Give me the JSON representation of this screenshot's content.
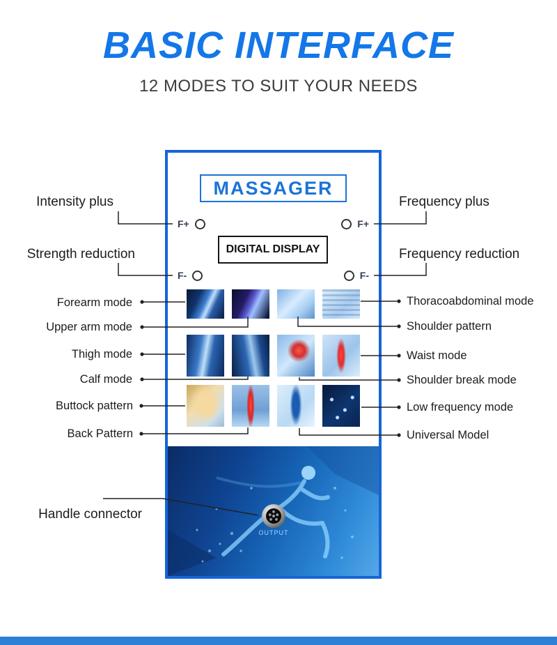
{
  "header": {
    "title": "BASIC INTERFACE",
    "subtitle": "12 MODES TO SUIT YOUR NEEDS"
  },
  "device": {
    "brand": "MASSAGER",
    "display_label": "DIGITAL DISPLAY",
    "intensity_plus_label": "F+",
    "intensity_minus_label": "F-",
    "frequency_plus_label": "F+",
    "frequency_minus_label": "F-",
    "output_label": "OUTPUT"
  },
  "callouts_left": [
    {
      "text": "Intensity plus"
    },
    {
      "text": "Strength reduction"
    },
    {
      "text": "Forearm mode"
    },
    {
      "text": "Upper arm mode"
    },
    {
      "text": "Thigh mode"
    },
    {
      "text": "Calf mode"
    },
    {
      "text": "Buttock pattern"
    },
    {
      "text": "Back Pattern"
    },
    {
      "text": "Handle connector"
    }
  ],
  "callouts_right": [
    {
      "text": "Frequency plus"
    },
    {
      "text": "Frequency reduction"
    },
    {
      "text": "Thoracoabdominal mode"
    },
    {
      "text": "Shoulder pattern"
    },
    {
      "text": "Waist mode"
    },
    {
      "text": "Shoulder break mode"
    },
    {
      "text": "Low frequency mode"
    },
    {
      "text": "Universal Model"
    }
  ],
  "mode_grid": {
    "rows": [
      [
        "Forearm mode",
        "Upper arm mode",
        "Shoulder pattern",
        "Thoracoabdominal mode"
      ],
      [
        "Thigh mode",
        "Calf mode",
        "Shoulder break mode",
        "Waist mode"
      ],
      [
        "Buttock pattern",
        "Back Pattern",
        "Universal Model",
        "Low frequency mode"
      ]
    ]
  },
  "colors": {
    "title_blue": "#1377e8",
    "panel_border_blue": "#1565d8",
    "brand_blue": "#1a74d8",
    "display_border": "#151515",
    "callout_line": "#222222",
    "footer_bar_blue": "#2e7fd6",
    "art_background_blue": "#0f4492"
  }
}
